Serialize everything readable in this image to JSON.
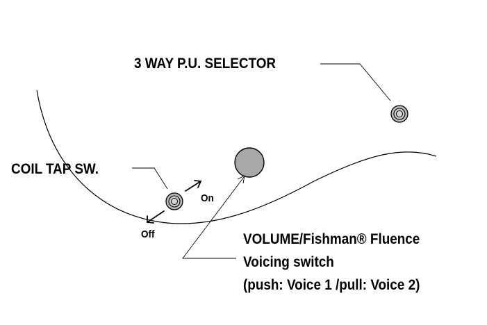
{
  "labels": {
    "selector": "3 WAY P.U. SELECTOR",
    "coil_tap": "COIL TAP SW.",
    "on": "On",
    "off": "Off",
    "volume_line1": "VOLUME/Fishman® Fluence",
    "volume_line2": "Voicing switch",
    "volume_line3": "(push: Voice 1 /pull: Voice 2)"
  },
  "colors": {
    "line": "#000000",
    "knob_fill": "#a8a8a8",
    "switch_fill": "#b8b8b8",
    "background": "#ffffff"
  }
}
